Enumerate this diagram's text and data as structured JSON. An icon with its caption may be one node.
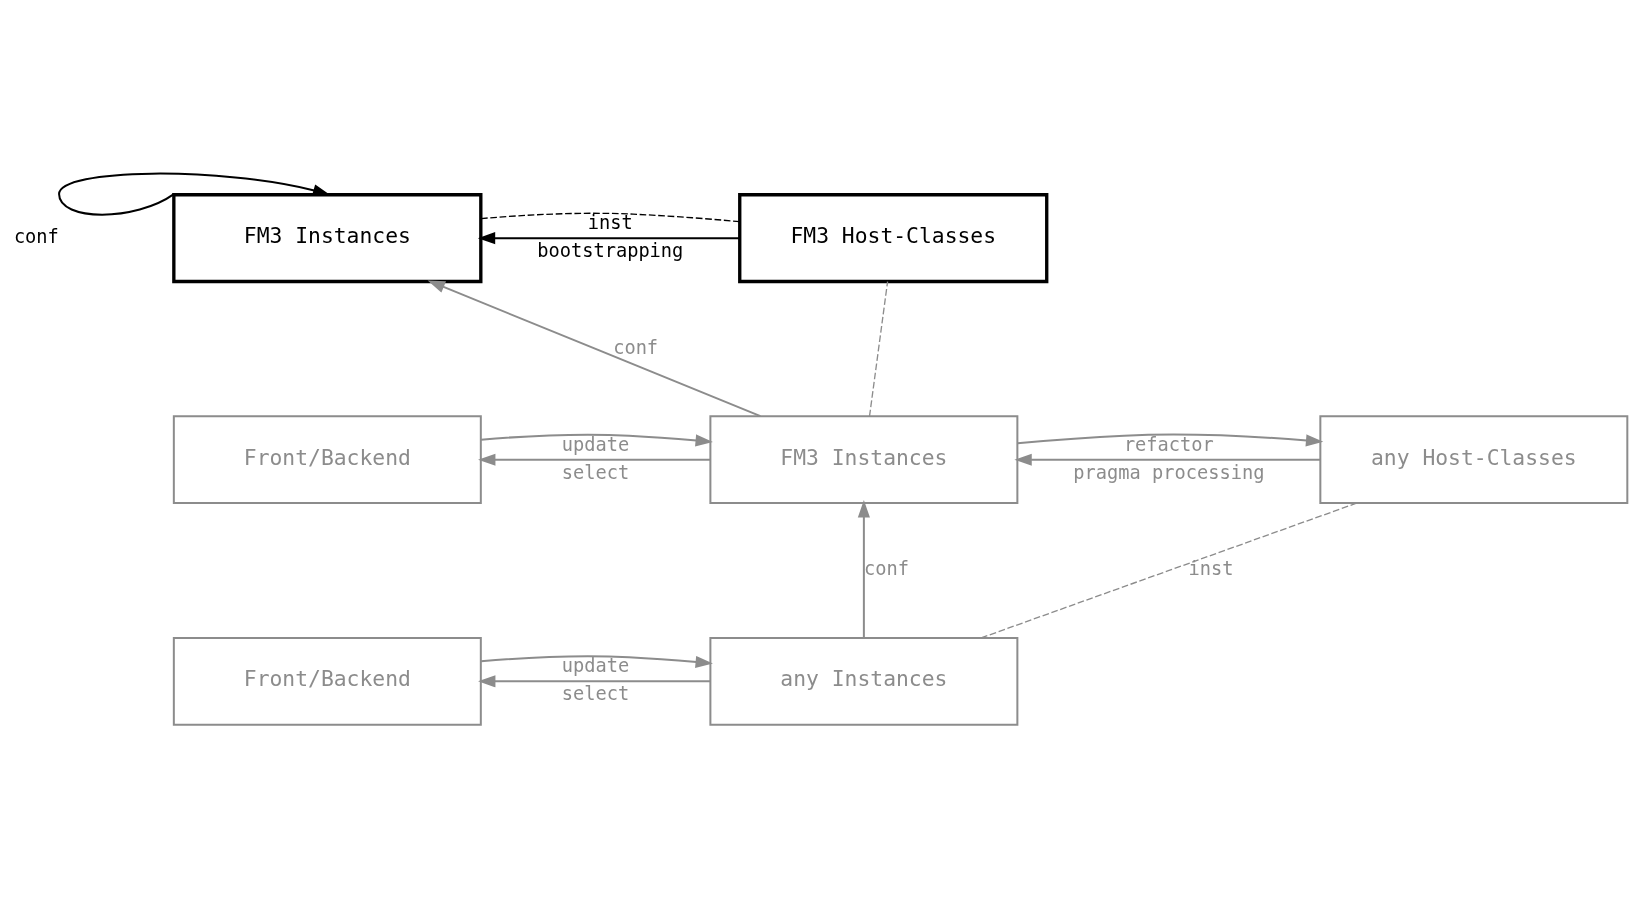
{
  "diagram": {
    "nodes": [
      {
        "text": [
          "FM3 Instances"
        ]
      },
      {
        "text": [
          "FM3 Host-Classes"
        ]
      },
      {
        "text": [
          "Front/Backend"
        ]
      },
      {
        "text": [
          "FM3 Instances"
        ]
      },
      {
        "text": [
          "any Host-Classes"
        ]
      },
      {
        "text": [
          "Front/Backend"
        ]
      },
      {
        "text": [
          "any Instances"
        ]
      }
    ],
    "edges": [
      {
        "from": 0,
        "to": 0,
        "arrow": "to",
        "label": "conf",
        "color": "#000000"
      },
      {
        "from": 1,
        "to": 0,
        "arrow": "to",
        "label": "bootstrapping",
        "color": "#000000"
      },
      {
        "from": 0,
        "to": 1,
        "arrow": "none",
        "label": "inst",
        "style": "dashed",
        "color": "#000000"
      },
      {
        "from": 3,
        "to": 0,
        "arrow": "to",
        "label": "conf"
      },
      {
        "from": 3,
        "to": 2,
        "arrow": "to",
        "label": "select"
      },
      {
        "from": 2,
        "to": 3,
        "arrow": "to",
        "label": "update"
      },
      {
        "from": 4,
        "to": 3,
        "arrow": "to",
        "label": "pragma processing"
      },
      {
        "from": 3,
        "to": 4,
        "arrow": "to",
        "label": "refactor"
      },
      {
        "from": 3,
        "to": 1,
        "arrow": "none",
        "style": "dashed"
      },
      {
        "from": 6,
        "to": 3,
        "arrow": "to",
        "label": "conf"
      },
      {
        "from": 6,
        "to": 5,
        "arrow": "to",
        "label": "select"
      },
      {
        "from": 5,
        "to": 6,
        "arrow": "to",
        "label": "update"
      },
      {
        "from": 6,
        "to": 4,
        "arrow": "none",
        "label": "inst",
        "style": "dashed"
      }
    ]
  }
}
